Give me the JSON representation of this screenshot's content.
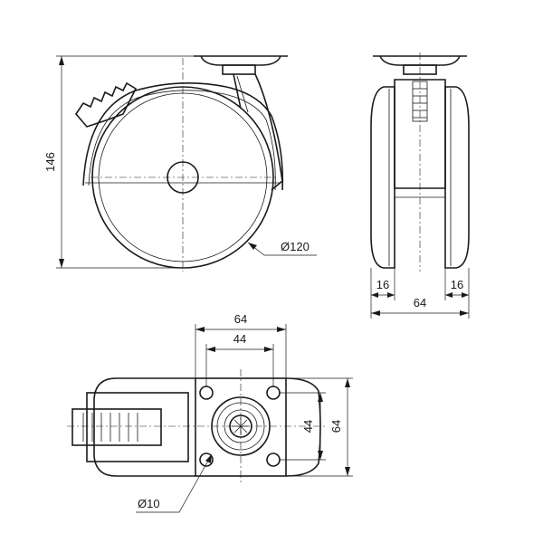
{
  "views": {
    "side": {
      "height_label": "146",
      "wheel_diameter_label": "Ø120"
    },
    "front": {
      "left_width_label": "16",
      "right_width_label": "16",
      "overall_width_label": "64"
    },
    "plan": {
      "plate_width_label": "64",
      "hole_spacing_x_label": "44",
      "hole_spacing_y_label": "44",
      "plate_height_label": "64",
      "hole_diameter_label": "Ø10"
    }
  }
}
